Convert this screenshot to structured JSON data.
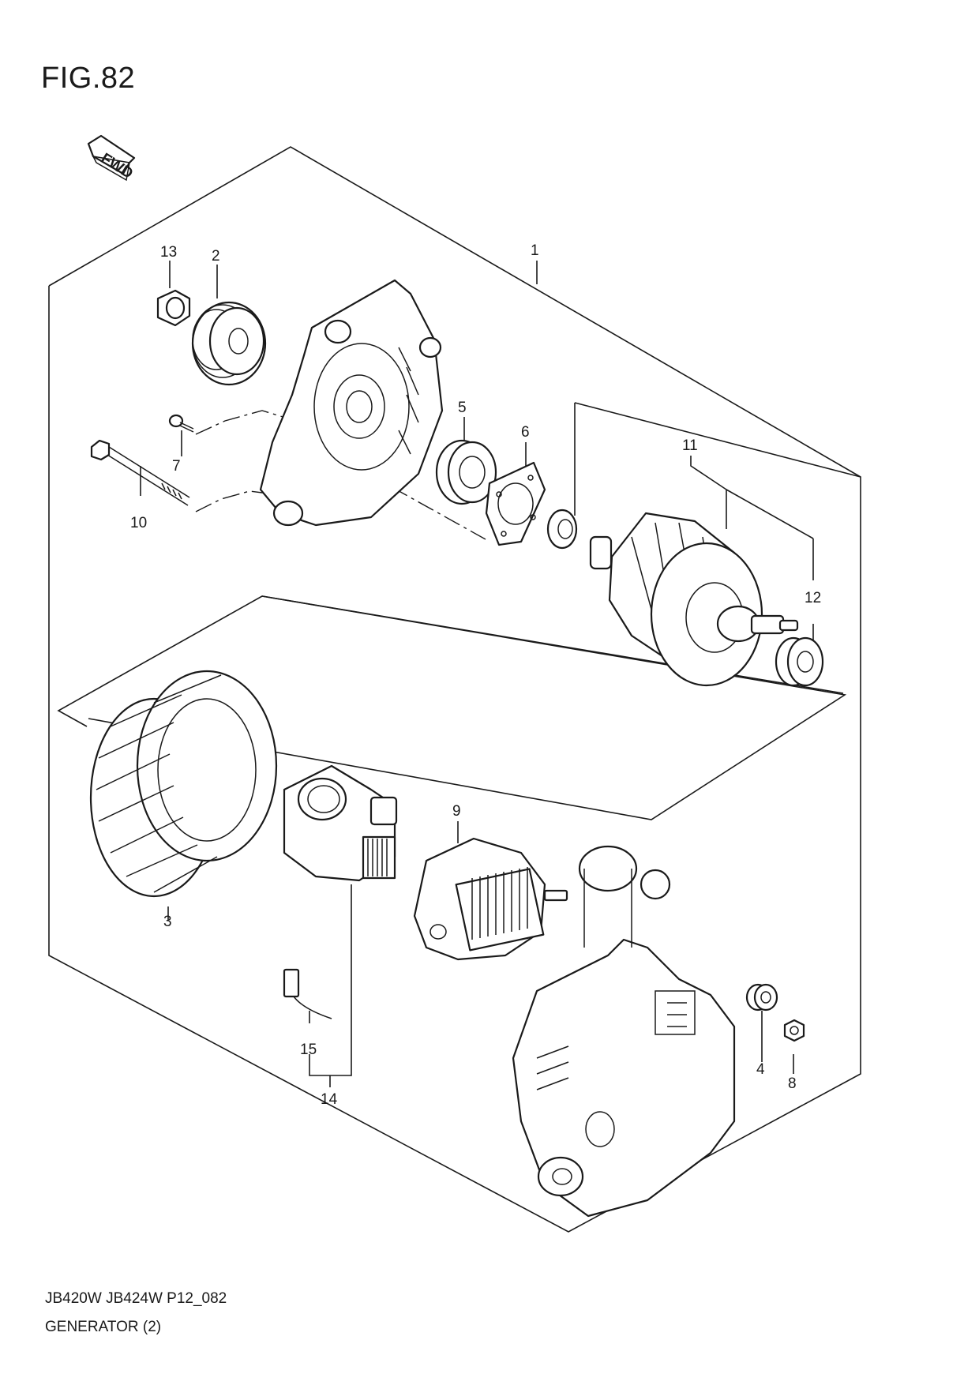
{
  "header": {
    "figure_label": "FIG.82",
    "fwd_badge": "FWD"
  },
  "callouts": {
    "c1": "1",
    "c2": "2",
    "c3": "3",
    "c4": "4",
    "c5": "5",
    "c6": "6",
    "c7": "7",
    "c8": "8",
    "c9": "9",
    "c10": "10",
    "c11": "11",
    "c12": "12",
    "c13": "13",
    "c14": "14",
    "c15": "15"
  },
  "footer": {
    "model_code": "JB420W JB424W P12_082",
    "section_title": "GENERATOR (2)"
  },
  "parts": [
    {
      "id": "1",
      "icon": "generator-assembly"
    },
    {
      "id": "2",
      "icon": "pulley-icon"
    },
    {
      "id": "3",
      "icon": "stator-icon"
    },
    {
      "id": "4",
      "icon": "bushing-icon"
    },
    {
      "id": "5",
      "icon": "bearing-icon"
    },
    {
      "id": "6",
      "icon": "bearing-retainer-plate-icon"
    },
    {
      "id": "7",
      "icon": "screw-icon"
    },
    {
      "id": "8",
      "icon": "nut-icon"
    },
    {
      "id": "9",
      "icon": "rectifier-icon"
    },
    {
      "id": "10",
      "icon": "through-bolt-icon"
    },
    {
      "id": "11",
      "icon": "rotor-icon"
    },
    {
      "id": "12",
      "icon": "rear-bearing-icon"
    },
    {
      "id": "13",
      "icon": "pulley-nut-icon"
    },
    {
      "id": "14",
      "icon": "regulator-icon"
    },
    {
      "id": "15",
      "icon": "connector-icon"
    }
  ]
}
